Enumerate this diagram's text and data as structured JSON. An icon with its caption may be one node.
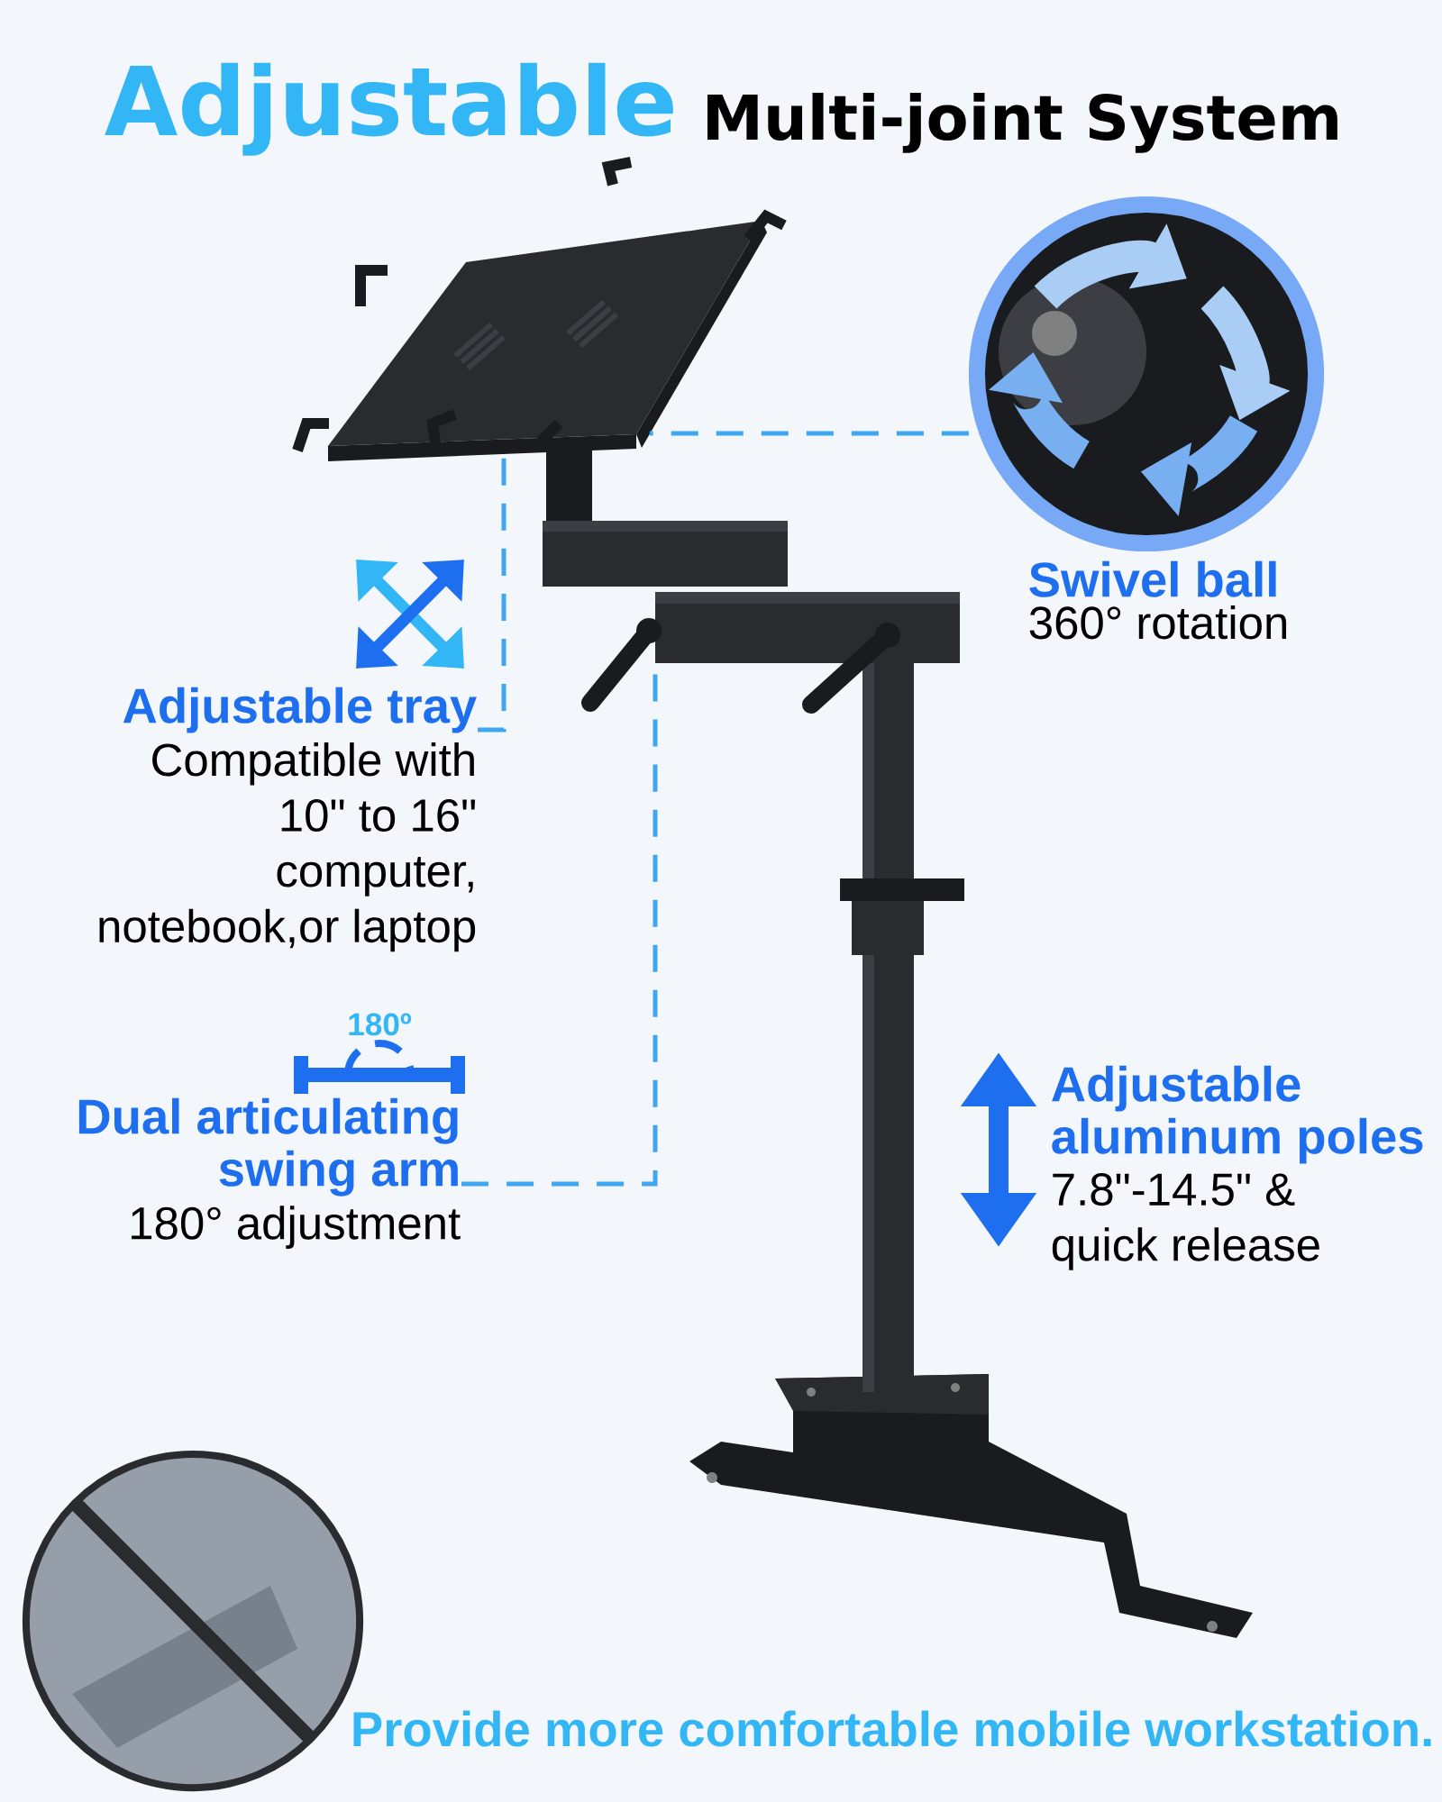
{
  "diagram": {
    "nodes": [
      {
        "text": [],
        "shape": "picture"
      },
      {
        "text": [],
        "shape": "picture"
      },
      {
        "text": [],
        "shape": "picture"
      },
      {
        "text": [
          "Swivel ball",
          "360° rotation"
        ]
      },
      {
        "text": [
          "Adjustable tray",
          "Compatible with 10\" to 16\" computer, notebook,or laptop"
        ]
      },
      {
        "text": [
          "Dual articulating swing arm",
          "180° adjustment"
        ]
      },
      {
        "text": [
          "Adjustable aluminum poles",
          "7.8\"-14.5\" & quick release"
        ]
      },
      {
        "text": [],
        "shape": "picture"
      }
    ],
    "edges": [
      {
        "from": 2,
        "to": 0,
        "arrow": "none",
        "style": "dashed"
      },
      {
        "from": 4,
        "to": 0,
        "arrow": "none",
        "style": "dashed"
      },
      {
        "from": 5,
        "to": 1,
        "arrow": "none",
        "style": "dashed"
      }
    ],
    "labels": [
      "Adjustable",
      "Multi-joint System",
      "180º"
    ],
    "caption": "Provide more comfortable mobile workstation."
  }
}
